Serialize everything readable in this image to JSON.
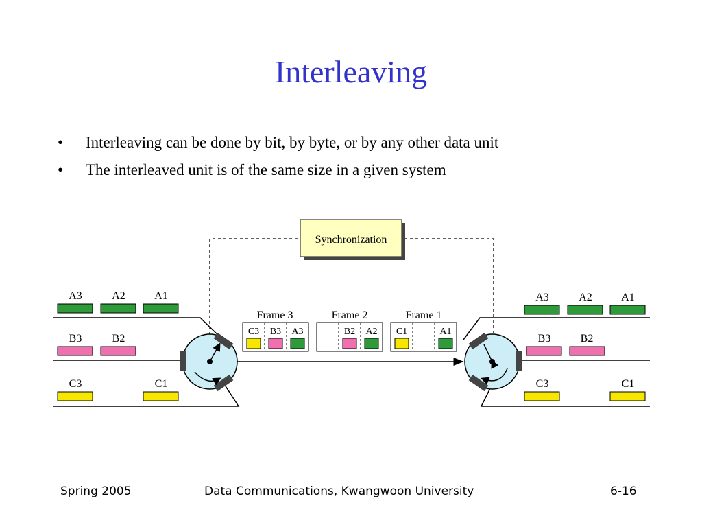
{
  "slide": {
    "title": "Interleaving",
    "bullets": [
      "Interleaving can be done by bit, by byte, or by any other data unit",
      "The interleaved unit is of the same size in a given system"
    ],
    "bullet_marker": "•"
  },
  "diagram": {
    "sync_label": "Synchronization",
    "left_units": {
      "a": [
        "A3",
        "A2",
        "A1"
      ],
      "b": [
        "B3",
        "B2"
      ],
      "c": [
        "C3",
        "C1"
      ]
    },
    "right_units": {
      "a": [
        "A3",
        "A2",
        "A1"
      ],
      "b": [
        "B3",
        "B2"
      ],
      "c": [
        "C3",
        "C1"
      ]
    },
    "frames": [
      {
        "label": "Frame 3",
        "slots": [
          "C3",
          "B3",
          "A3"
        ]
      },
      {
        "label": "Frame 2",
        "slots": [
          "",
          "B2",
          "A2"
        ]
      },
      {
        "label": "Frame 1",
        "slots": [
          "C1",
          "",
          "A1"
        ]
      }
    ],
    "colors": {
      "a": "#2e9a3a",
      "b": "#f06fae",
      "c": "#f6e600",
      "sync_fill": "#ffffc0",
      "switch_fill": "#cdeef6"
    }
  },
  "footer": {
    "left": "Spring 2005",
    "center": "Data Communications, Kwangwoon University",
    "right": "6-16"
  }
}
